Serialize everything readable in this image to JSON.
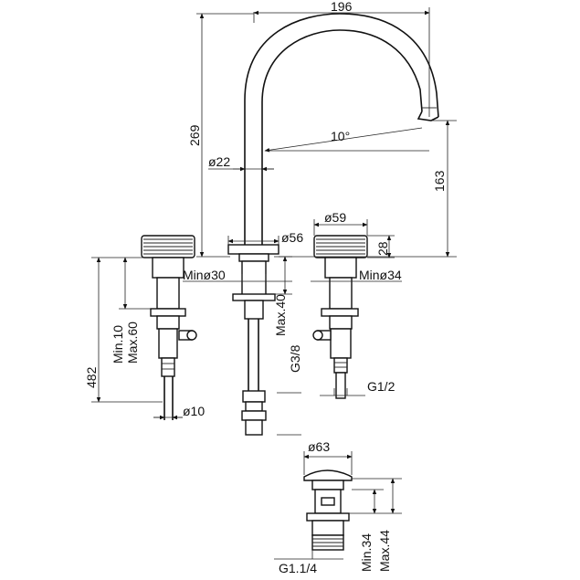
{
  "dimensions": {
    "spout_reach": "196",
    "total_height": "269",
    "spout_angle": "10°",
    "spout_outlet_height": "163",
    "pipe_diameter": "ø22",
    "base_diameter": "ø56",
    "handle_diameter": "ø59",
    "handle_height": "28",
    "min_hole_center": "Minø30",
    "min_hole_side": "Minø34",
    "max_deck_center": "Max.40",
    "deck_thickness_side": "Min.10\nMax.60",
    "deck_min": "Min.10",
    "deck_max": "Max.60",
    "valve_height": "482",
    "hose_diameter": "ø10",
    "thread_center": "G3/8",
    "thread_side": "G1/2",
    "waste_diameter": "ø63",
    "waste_thread": "G1.1/4",
    "waste_min": "Min.34",
    "waste_max": "Max.44"
  }
}
